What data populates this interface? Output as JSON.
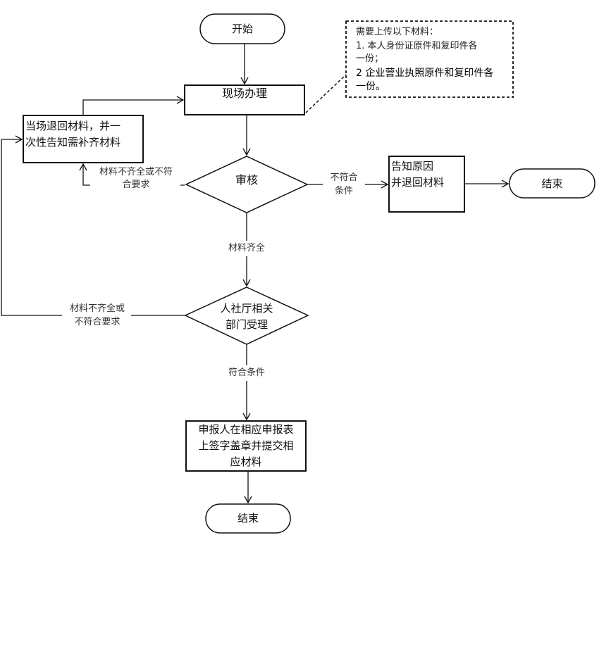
{
  "nodes": {
    "start": "开始",
    "onsite": "现场办理",
    "return_line1": "当场退回材料，并一",
    "return_line2": "次性告知需补齐材料",
    "review": "审核",
    "reason_line1": "告知原因",
    "reason_line2": "并退回材料",
    "end_right": "结束",
    "accept_line1": "人社厅相关",
    "accept_line2": "部门受理",
    "sign_line1": "申报人在相应申报表",
    "sign_line2": "上签字盖章并提交相",
    "sign_line3": "应材料",
    "end_bottom": "结束"
  },
  "edges": {
    "incomplete_1_line1": "材料不齐全或不符",
    "incomplete_1_line2": "合要求",
    "not_meet_line1": "不符合",
    "not_meet_line2": "条件",
    "complete": "材料齐全",
    "incomplete_2_line1": "材料不齐全或",
    "incomplete_2_line2": "不符合要求",
    "meet": "符合条件"
  },
  "note": {
    "line1": "需要上传以下材料：",
    "line2": "1. 本人身份证原件和复印件各",
    "line3": "一份；",
    "line4": "2 企业营业执照原件和复印件各",
    "line5": "一份。"
  },
  "colors": {
    "stroke": "#111111",
    "background": "#ffffff"
  }
}
